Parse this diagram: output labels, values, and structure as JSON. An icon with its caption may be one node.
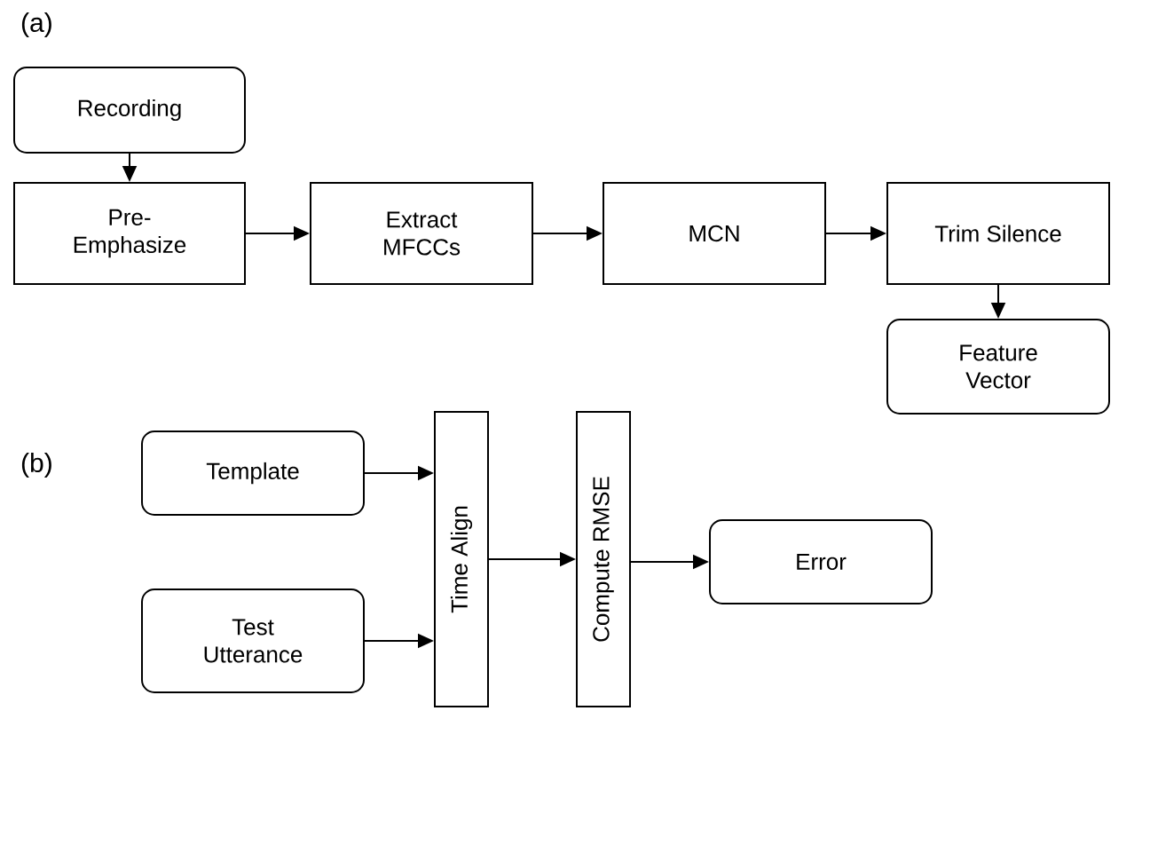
{
  "diagram": {
    "nodes": [
      {
        "text": [
          "Recording"
        ]
      },
      {
        "text": [
          "Pre- Emphasize"
        ]
      },
      {
        "text": [
          "Extract MFCCs"
        ]
      },
      {
        "text": [
          "MCN"
        ]
      },
      {
        "text": [
          "Trim Silence"
        ]
      },
      {
        "text": [
          "Feature Vector"
        ]
      },
      {
        "text": [
          "Template"
        ]
      },
      {
        "text": [
          "Test Utterance"
        ]
      },
      {
        "text": [
          "Time Align"
        ]
      },
      {
        "text": [
          "Compute RMSE"
        ]
      },
      {
        "text": [
          "Error"
        ]
      }
    ],
    "edges": [
      {
        "from": 0,
        "to": 1,
        "arrow": "to"
      },
      {
        "from": 1,
        "to": 2,
        "arrow": "to"
      },
      {
        "from": 2,
        "to": 3,
        "arrow": "to"
      },
      {
        "from": 3,
        "to": 4,
        "arrow": "to"
      },
      {
        "from": 4,
        "to": 5,
        "arrow": "to"
      },
      {
        "from": 6,
        "to": 8,
        "arrow": "to"
      },
      {
        "from": 7,
        "to": 8,
        "arrow": "to"
      },
      {
        "from": 8,
        "to": 9,
        "arrow": "to"
      },
      {
        "from": 9,
        "to": 10,
        "arrow": "to"
      }
    ],
    "labels": [
      "(a)",
      "(b)"
    ]
  }
}
